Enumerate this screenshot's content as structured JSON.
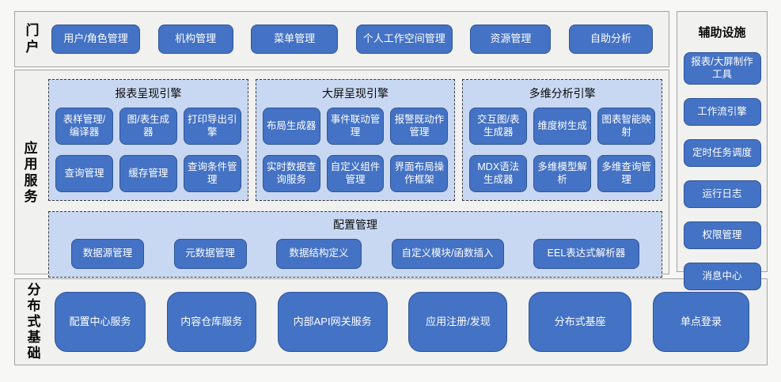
{
  "colors": {
    "button_blue": "#4472C4",
    "button_border": "#2F5597",
    "panel_light_blue": "#C9D8F2",
    "panel_dash_border": "#3C3C3C",
    "section_bg": "#F1F1F0",
    "section_border": "#A3A3A3",
    "page_bg": "#F7F7F6",
    "button_text": "#FFFFFF"
  },
  "portal": {
    "label": "门户",
    "buttons": [
      "用户/角色管理",
      "机构管理",
      "菜单管理",
      "个人工作空间管理",
      "资源管理",
      "自助分析"
    ]
  },
  "app_services": {
    "label": "应用服务",
    "engines": [
      {
        "title": "报表呈现引擎",
        "buttons": [
          "表样管理/编译器",
          "图/表生成器",
          "打印导出引擎",
          "查询管理",
          "缓存管理",
          "查询条件管理"
        ]
      },
      {
        "title": "大屏呈现引擎",
        "buttons": [
          "布局生成器",
          "事件联动管理",
          "报警既动作管理",
          "实时数据查询服务",
          "自定义组件管理",
          "界面布局操作框架"
        ]
      },
      {
        "title": "多维分析引擎",
        "buttons": [
          "交互图/表生成器",
          "维度树生成",
          "图表智能映射",
          "MDX语法生成器",
          "多维模型解析",
          "多维查询管理"
        ]
      }
    ],
    "config": {
      "title": "配置管理",
      "buttons": [
        "数据源管理",
        "元数据管理",
        "数据结构定义",
        "自定义模块/函数插入",
        "EEL表达式解析器"
      ]
    }
  },
  "foundation": {
    "label": "分布式基础",
    "buttons": [
      "配置中心服务",
      "内容仓库服务",
      "内部API网关服务",
      "应用注册/发现",
      "分布式基座",
      "单点登录"
    ]
  },
  "auxiliary": {
    "title": "辅助设施",
    "buttons": [
      "报表/大屏制作工具",
      "工作流引擎",
      "定时任务调度",
      "运行日志",
      "权限管理",
      "消息中心"
    ]
  }
}
